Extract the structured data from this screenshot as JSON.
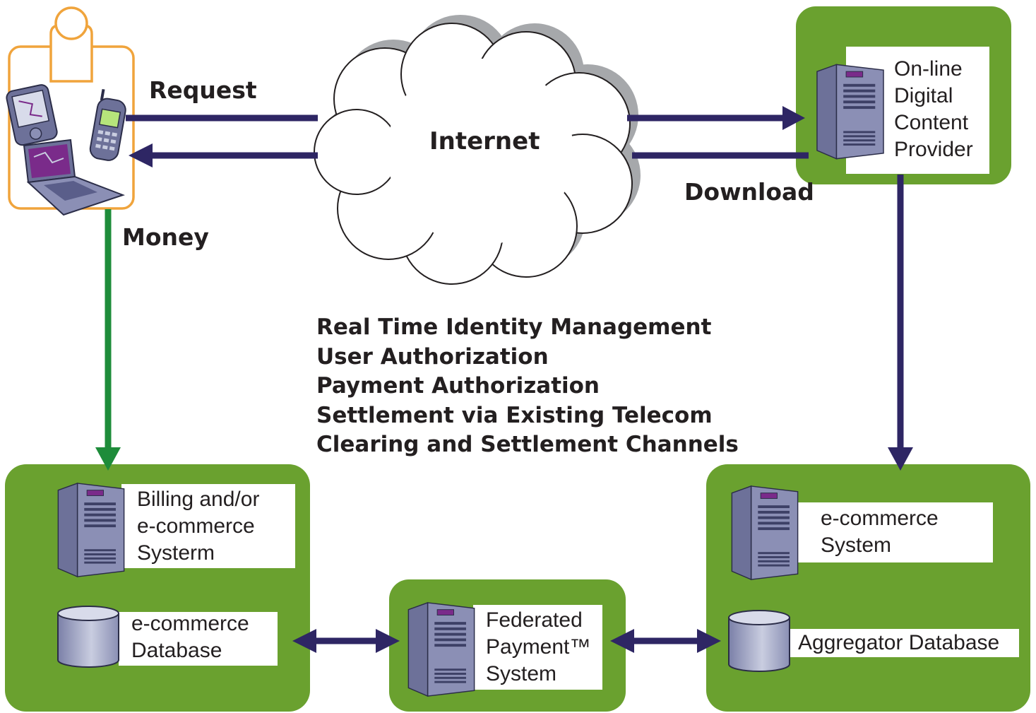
{
  "flow_labels": {
    "request": "Request",
    "download": "Download",
    "money": "Money",
    "internet": "Internet"
  },
  "features": [
    "Real Time Identity Management",
    "User Authorization",
    "Payment Authorization",
    "Settlement via Existing Telecom",
    "Clearing and Settlement Channels"
  ],
  "content_provider": {
    "lines": [
      "On-line",
      "Digital",
      "Content",
      "Provider"
    ]
  },
  "billing": {
    "system_lines": [
      "Billing and/or",
      "e-commerce",
      "Systerm"
    ],
    "database_lines": [
      "e-commerce",
      "Database"
    ]
  },
  "federated": {
    "lines": [
      "Federated",
      "Payment™",
      "System"
    ]
  },
  "aggregator": {
    "system_lines": [
      "e-commerce",
      "System"
    ],
    "database_label": "Aggregator Database"
  },
  "colors": {
    "panel_green": "#6aa12f",
    "arrow_navy": "#2e2664",
    "money_green": "#1e8c3a",
    "user_outline": "#f0a43c",
    "server_body": "#8b8fb5"
  },
  "icons": {
    "user": "person-outline-icon",
    "devices": [
      "pda-icon",
      "mobile-phone-icon",
      "laptop-icon"
    ],
    "server": "server-tower-icon",
    "database": "database-cylinder-icon",
    "cloud": "cloud-icon"
  }
}
